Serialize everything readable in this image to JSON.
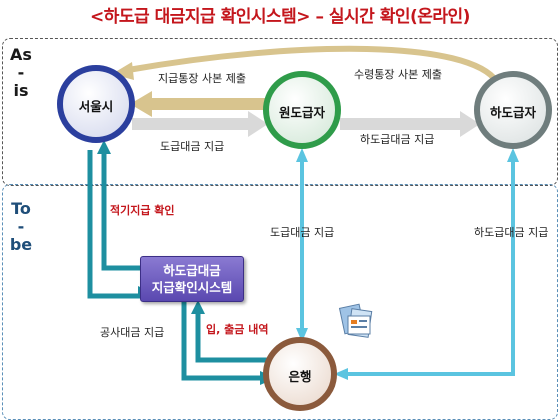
{
  "title": "<하도급 대금지급 확인시스템> – 실시간 확인(온라인)",
  "sections": {
    "asis": {
      "label_lines": [
        "As",
        "-",
        "is"
      ]
    },
    "tobe": {
      "label_lines": [
        "To",
        "-",
        "be"
      ]
    }
  },
  "nodes": {
    "seoul": "서울시",
    "prime": "원도급자",
    "sub": "하도급자",
    "bank": "은행",
    "system": [
      "하도급대금",
      "지급확인시스템"
    ]
  },
  "edges": {
    "sub_to_seoul": "수령통장 사본 제출",
    "prime_to_seoul": "지급통장 사본 제출",
    "seoul_to_prime": "도급대금 지급",
    "prime_to_sub": "하도급대금 지급",
    "system_to_seoul": "적기지급 확인",
    "prime_to_bank": "도급대금 지급",
    "sub_to_bank": "하도급대금 지급",
    "seoul_to_bank": "공사대금 지급",
    "bank_to_system": "입, 출금 내역"
  },
  "colors": {
    "title": "#c4161c",
    "seoul_ring": "#2b3f9e",
    "prime_ring": "#2f9c4a",
    "sub_ring": "#6f7d7d",
    "bank_ring": "#8b5a3c",
    "system_box": "#6a58c0",
    "arrow_tan": "#d8c48e",
    "arrow_grey": "#d9d9d9",
    "arrow_teal": "#1e8fa0",
    "arrow_cyan": "#5bc4e0",
    "highlight_red": "#c4161c"
  },
  "icons": [
    "document-stack-icon"
  ]
}
